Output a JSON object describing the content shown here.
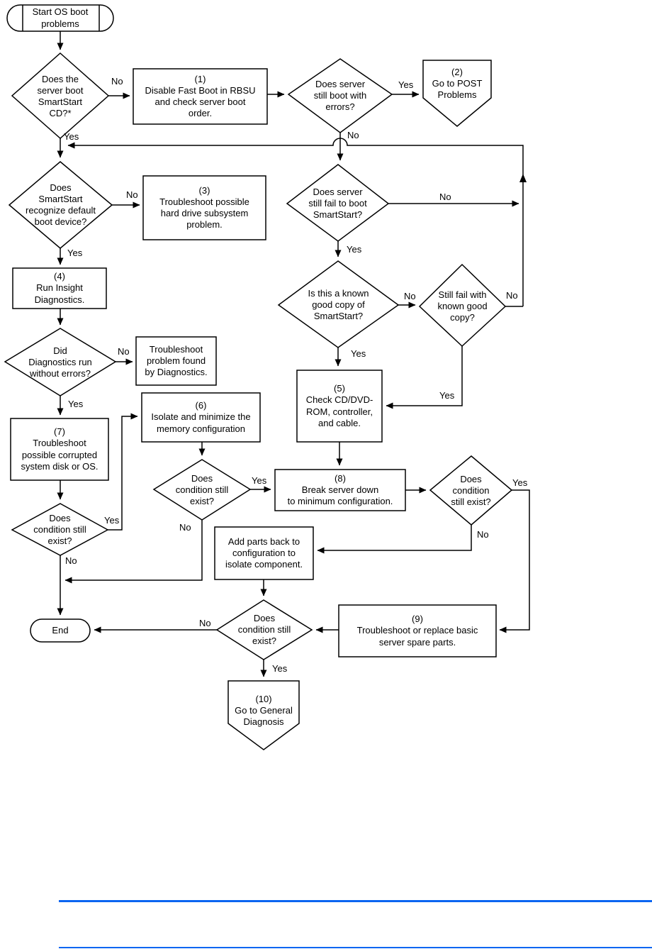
{
  "page": {
    "background": "#ffffff",
    "line_color": "#000000",
    "footer": {
      "rule_color": "#0b65f1"
    }
  },
  "flowchart": {
    "edge_labels": {
      "yes": "Yes",
      "no": "No"
    },
    "nodes": {
      "start": {
        "type": "terminator",
        "label": "Start OS boot\nproblems"
      },
      "d1": {
        "type": "decision",
        "label": "Does the\nserver boot\nSmartStart\nCD?*"
      },
      "r1": {
        "type": "process",
        "label": "(1)\nDisable Fast Boot in RBSU\nand check server boot\norder."
      },
      "d2": {
        "type": "decision",
        "label": "Does server\nstill boot with\nerrors?"
      },
      "p2": {
        "type": "offpage",
        "label": "(2)\nGo to POST\nProblems"
      },
      "d3": {
        "type": "decision",
        "label": "Does\nSmartStart\nrecognize default\nboot device?"
      },
      "r3": {
        "type": "process",
        "label": "(3)\nTroubleshoot possible\nhard drive subsystem\nproblem."
      },
      "r4": {
        "type": "process",
        "label": "(4)\nRun Insight\nDiagnostics."
      },
      "d4": {
        "type": "decision",
        "label": "Did\nDiagnostics run\nwithout errors?"
      },
      "r5": {
        "type": "process",
        "label": "Troubleshoot\nproblem found\nby Diagnostics."
      },
      "r7": {
        "type": "process",
        "label": "(7)\nTroubleshoot\npossible corrupted\nsystem disk or OS."
      },
      "d5": {
        "type": "decision",
        "label": "Does\ncondition still\nexist?"
      },
      "r6": {
        "type": "process",
        "label": "(6)\nIsolate and minimize the\nmemory configuration"
      },
      "d6": {
        "type": "decision",
        "label": "Does\ncondition still\nexist?"
      },
      "r8": {
        "type": "process",
        "label": "(8)\nBreak server down\nto minimum configuration."
      },
      "d7": {
        "type": "decision",
        "label": "Does\ncondition\nstill exist?"
      },
      "rAdd": {
        "type": "process",
        "label": "Add parts back to\nconfiguration to\nisolate component."
      },
      "d8": {
        "type": "decision",
        "label": "Does\ncondition still\nexist?"
      },
      "end": {
        "type": "terminator",
        "label": "End"
      },
      "r9": {
        "type": "process",
        "label": "(9)\nTroubleshoot or replace basic\nserver spare parts."
      },
      "p10": {
        "type": "offpage",
        "label": "(10)\nGo to General\nDiagnosis"
      },
      "d9": {
        "type": "decision",
        "label": "Does server\nstill fail to boot\nSmartStart?"
      },
      "d10": {
        "type": "decision",
        "label": "Is this a known\ngood copy of\nSmartStart?"
      },
      "d11": {
        "type": "decision",
        "label": "Still fail with\nknown good\ncopy?"
      },
      "r5cd": {
        "type": "process",
        "label": "(5)\nCheck CD/DVD-\nROM, controller,\nand cable."
      }
    }
  }
}
